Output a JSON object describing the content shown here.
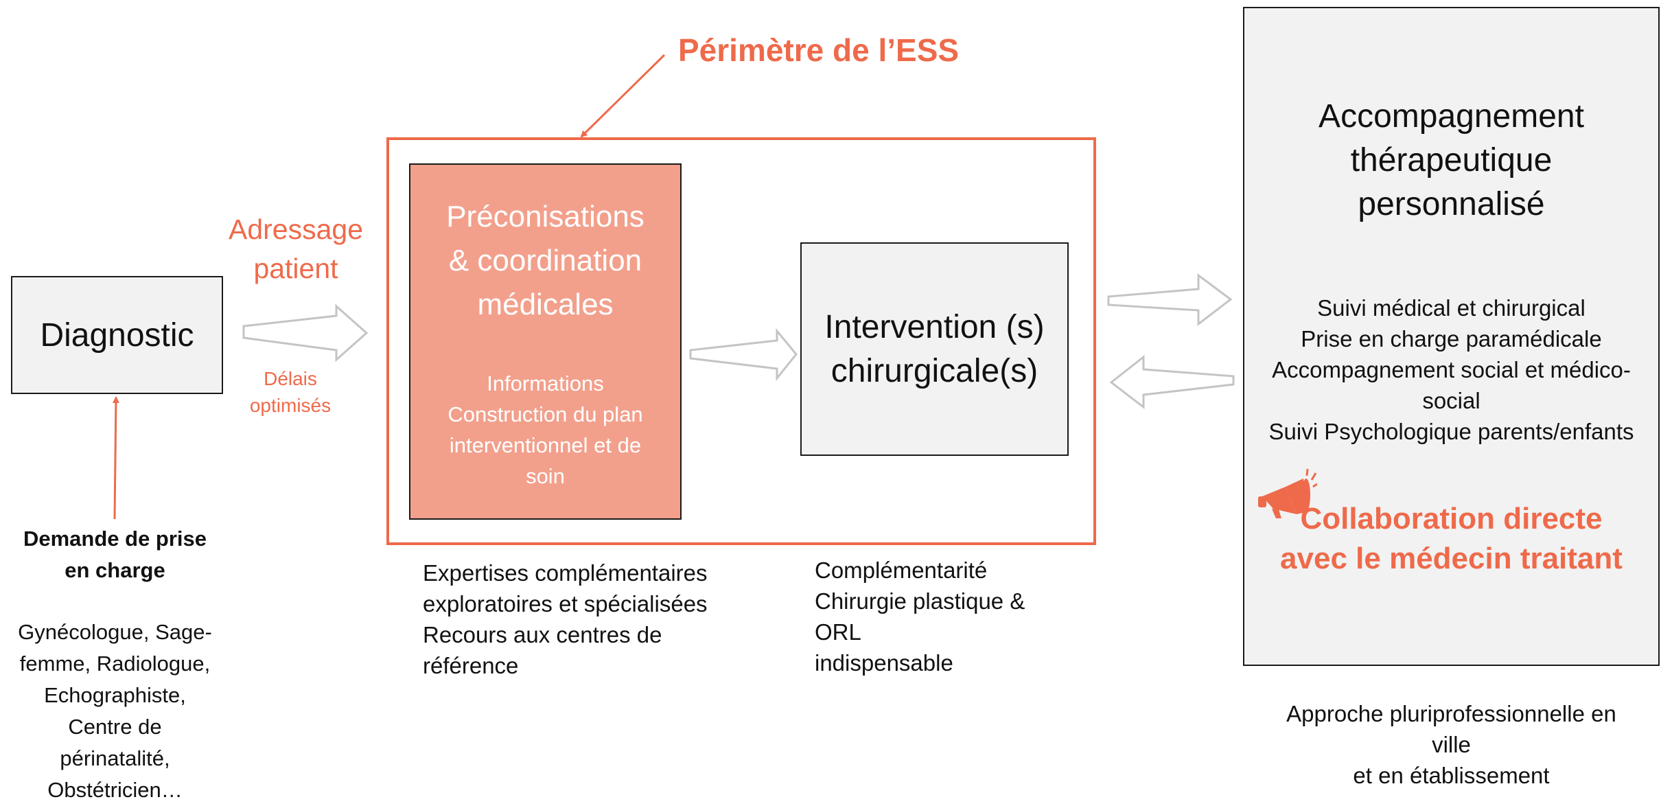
{
  "diagram": {
    "perimeter_label": "Périmètre de l’ESS",
    "diagnostic_label": "Diagnostic",
    "adressage_lines": [
      "Adressage",
      "patient"
    ],
    "delais_lines": [
      "Délais",
      "optimisés"
    ],
    "demande": {
      "title_lines": [
        "Demande de prise",
        "en charge"
      ],
      "list_lines": [
        "Gynécologue, Sage-",
        "femme, Radiologue,",
        "Echographiste,",
        "Centre de",
        "périnatalité,",
        "Obstétricien…"
      ]
    },
    "preconisations": {
      "title_lines": [
        "Préconisations",
        "& coordination",
        "médicales"
      ],
      "detail_lines": [
        "Informations",
        "Construction du plan",
        "interventionnel et de",
        "soin"
      ]
    },
    "intervention_lines": [
      "Intervention (s)",
      "chirurgicale(s)"
    ],
    "expertises_lines": [
      "Expertises complémentaires",
      "exploratoires et spécialisées",
      "Recours aux centres de",
      "référence"
    ],
    "complementarite_lines": [
      "Complémentarité",
      "Chirurgie plastique &",
      "ORL",
      "indispensable"
    ],
    "accompagnement": {
      "title_lines": [
        "Accompagnement",
        "thérapeutique",
        "personnalisé"
      ],
      "list_lines": [
        "Suivi médical et chirurgical",
        "Prise en charge paramédicale",
        "Accompagnement social et médico-",
        "social",
        "Suivi Psychologique parents/enfants"
      ],
      "collaboration_lines": [
        "Collaboration directe",
        "avec le médecin traitant"
      ]
    },
    "approche_lines": [
      "Approche pluriprofessionnelle en",
      "ville",
      "et en établissement"
    ],
    "colors": {
      "accent": "#ee6a4a",
      "salmon_box": "#f2a08c",
      "grey_box": "#f2f2f2",
      "border": "#1a1a1a",
      "arrow_outline": "#c4c4c4"
    },
    "icons": [
      "megaphone-icon"
    ]
  }
}
